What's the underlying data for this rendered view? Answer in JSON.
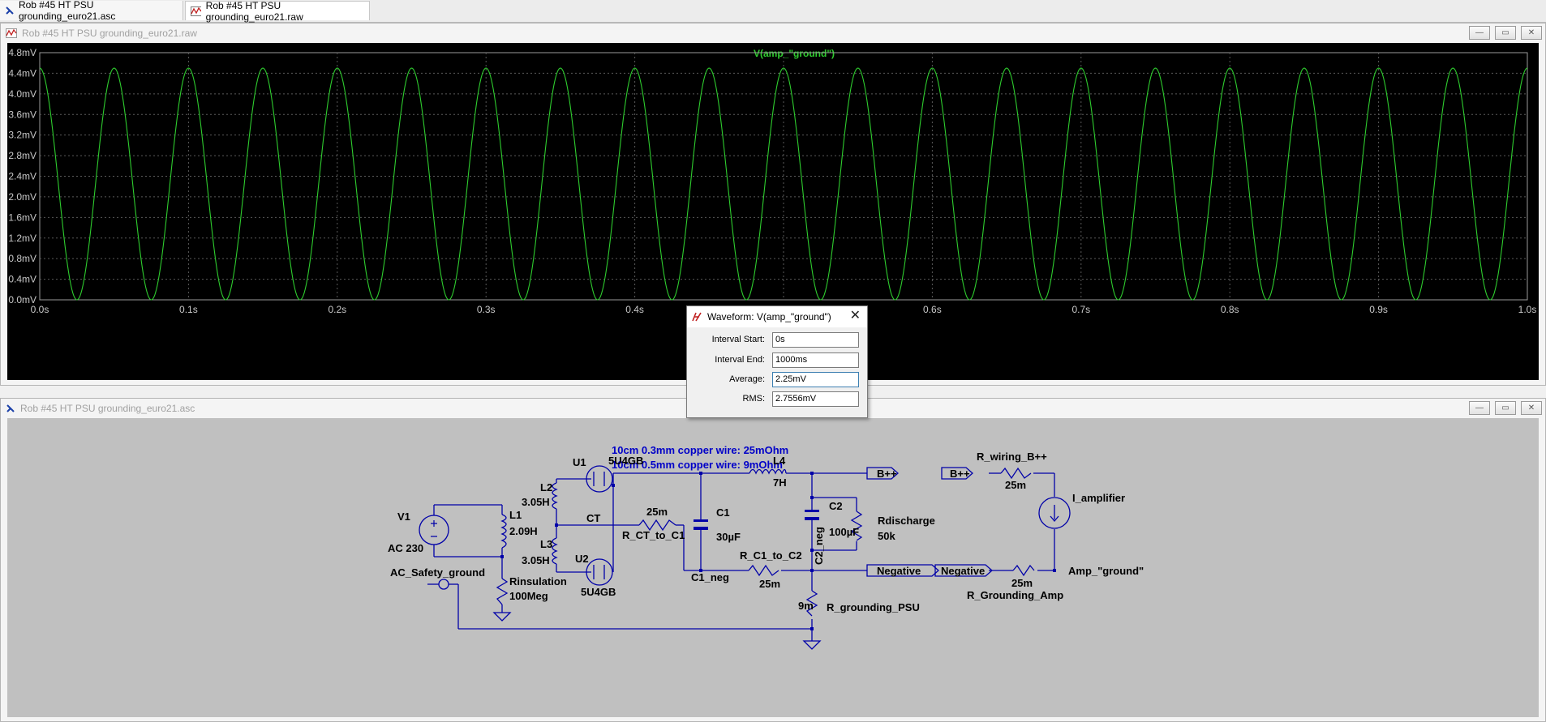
{
  "tabs": [
    {
      "label": "Rob #45 HT PSU grounding_euro21.asc",
      "icon": "schematic-icon"
    },
    {
      "label": "Rob #45 HT PSU grounding_euro21.raw",
      "icon": "waveform-icon"
    }
  ],
  "plot_window": {
    "title": "Rob #45 HT PSU grounding_euro21.raw",
    "trace_label": "V(amp_\"ground\")",
    "colors": {
      "background": "#000000",
      "trace": "#2ecc2e",
      "axis_text": "#c0c0c0",
      "grid": "#6e6e6e"
    }
  },
  "schematic_window": {
    "title": "Rob #45 HT PSU grounding_euro21.asc",
    "colors": {
      "background": "#c0c0c0",
      "wire": "#0000a8",
      "text": "#000000"
    },
    "comments": [
      "10cm 0.3mm copper wire: 25mOhm",
      "10cm 0.5mm copper wire: 9mOhm"
    ],
    "labels": {
      "v1": "V1",
      "v1_val": "AC 230",
      "l1": "L1",
      "l1_val": "2.09H",
      "l2": "L2",
      "l2_val": "3.05H",
      "l3": "L3",
      "l3_val": "3.05H",
      "u1": "U1",
      "u1_val": "5U4GB",
      "u2": "U2",
      "u2_val": "5U4GB",
      "ct": "CT",
      "r_ct": "R_CT_to_C1",
      "r_ct_val": "25m",
      "c1": "C1",
      "c1_val": "30µF",
      "c1_neg": "C1_neg",
      "l4": "L4",
      "l4_val": "7H",
      "c2": "C2",
      "c2_val": "100µF",
      "c2_neg": "C2_neg",
      "rdis": "Rdischarge",
      "rdis_val": "50k",
      "r_c1c2": "R_C1_to_C2",
      "r_c1c2_val": "25m",
      "r_gpsu": "R_grounding_PSU",
      "r_gpsu_val": "9m",
      "bpp1": "B++",
      "bpp2": "B++",
      "neg1": "Negative",
      "neg2": "Negative",
      "r_wiring": "R_wiring_B++",
      "r_wiring_val": "25m",
      "i_amp": "I_amplifier",
      "r_gamp": "R_Grounding_Amp",
      "r_gamp_val": "25m",
      "amp_ground": "Amp_\"ground\"",
      "ac_safety": "AC_Safety_ground",
      "rins": "Rinsulation",
      "rins_val": "100Meg"
    }
  },
  "dialog": {
    "title": "Waveform: V(amp_\"ground\")",
    "rows": [
      {
        "label": "Interval Start:",
        "value": "0s"
      },
      {
        "label": "Interval End:",
        "value": "1000ms"
      },
      {
        "label": "Average:",
        "value": "2.25mV"
      },
      {
        "label": "RMS:",
        "value": "2.7556mV"
      }
    ]
  },
  "chart_data": {
    "type": "line",
    "title": "V(amp_\"ground\")",
    "xlabel": "",
    "ylabel": "",
    "xlim": [
      0,
      1.0
    ],
    "ylim": [
      0,
      4.8
    ],
    "x_ticks": [
      "0.0s",
      "0.1s",
      "0.2s",
      "0.3s",
      "0.4s",
      "0.5s",
      "0.6s",
      "0.7s",
      "0.8s",
      "0.9s",
      "1.0s"
    ],
    "y_ticks": [
      "0.0mV",
      "0.4mV",
      "0.8mV",
      "1.2mV",
      "1.6mV",
      "2.0mV",
      "2.4mV",
      "2.8mV",
      "3.2mV",
      "3.6mV",
      "4.0mV",
      "4.4mV",
      "4.8mV"
    ],
    "grid": true,
    "series": [
      {
        "name": "V(amp_\"ground\")",
        "function": "rectified-sine",
        "frequency_hz": 20,
        "amplitude_mv": 4.5,
        "offset_mv": 2.25,
        "phase_at_0s": 0.25
      }
    ]
  }
}
